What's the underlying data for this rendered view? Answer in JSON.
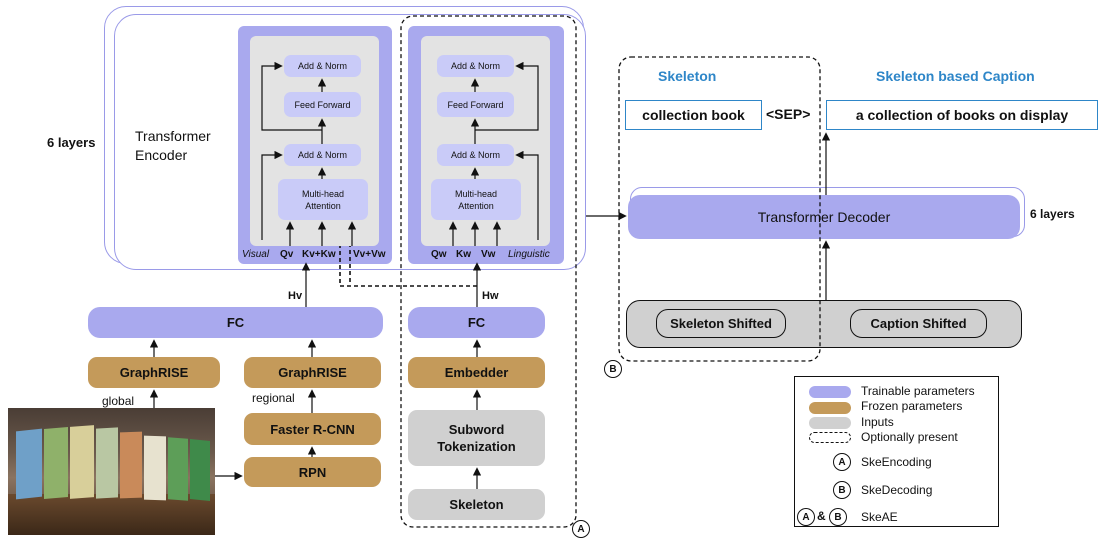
{
  "encoder": {
    "layers": "6 layers",
    "title_line1": "Transformer",
    "title_line2": "Encoder",
    "visual_label": "Visual",
    "linguistic_label": "Linguistic",
    "add_norm": "Add & Norm",
    "feed_forward": "Feed Forward",
    "mha_line1": "Multi-head",
    "mha_line2": "Attention",
    "visual_inputs": [
      "Qv",
      "Kv+Kw",
      "Vv+Vw"
    ],
    "linguistic_inputs": [
      "Qw",
      "Kw",
      "Vw"
    ]
  },
  "visual_branch": {
    "hv": "Hv",
    "fc": "FC",
    "graphrise_global": "GraphRISE",
    "global_label": "global",
    "graphrise_regional": "GraphRISE",
    "regional_label": "regional",
    "faster_rcnn": "Faster R-CNN",
    "rpn": "RPN"
  },
  "linguistic_branch": {
    "hw": "Hw",
    "fc": "FC",
    "embedder": "Embedder",
    "subword_line1": "Subword",
    "subword_line2": "Tokenization",
    "skeleton": "Skeleton"
  },
  "decoder": {
    "skeleton_heading": "Skeleton",
    "caption_heading": "Skeleton based Caption",
    "skeleton_text": "collection book",
    "sep": "<SEP>",
    "caption_text": "a collection of books on display",
    "decoder_label": "Transformer Decoder",
    "layers": "6 layers",
    "skeleton_shifted": "Skeleton Shifted",
    "caption_shifted": "Caption Shifted"
  },
  "markers": {
    "a": "A",
    "b": "B",
    "amp": "&"
  },
  "legend": {
    "trainable": "Trainable parameters",
    "frozen": "Frozen parameters",
    "inputs": "Inputs",
    "optional": "Optionally present",
    "ske_encoding": "SkeEncoding",
    "ske_decoding": "SkeDecoding",
    "ske_ae": "SkeAE"
  },
  "colors": {
    "trainable": "#a9a9ee",
    "frozen": "#c49a5a",
    "inputs": "#d0d0d0",
    "caption_blue": "#2e86c8",
    "encoder_outline": "#9a9ae8"
  },
  "icons": {
    "photo": "book-display-photo"
  }
}
